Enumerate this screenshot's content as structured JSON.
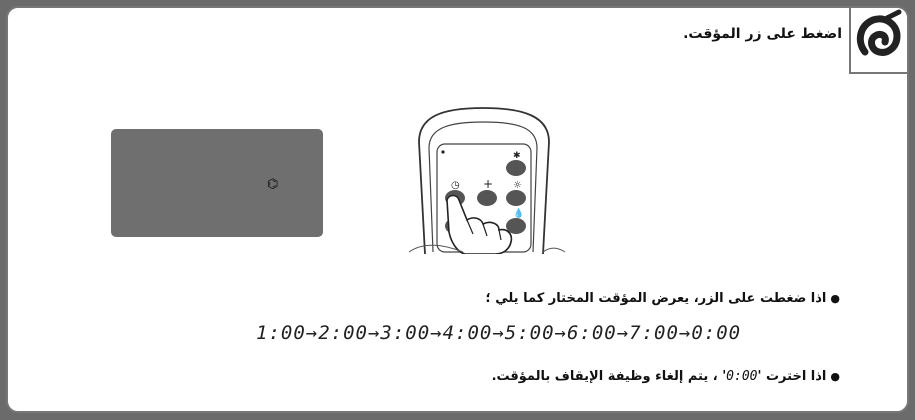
{
  "step_title": "اضغط على زر المؤقت.",
  "display": {
    "icon": "timer-indicator-icon",
    "symbol": "⌬"
  },
  "remote": {
    "icon": "remote-control-icon"
  },
  "bullet1": "اذا ضغطت على الزر، يعرض المؤقت المختار كما يلي ؛",
  "timer_sequence": "1:00→2:00→3:00→4:00→5:00→6:00→7:00→0:00",
  "bullet2": {
    "before": "اذا اخترت '",
    "value": "0:00",
    "after": "' ، يتم إلغاء وظيفة الإيقاف بالمؤقت."
  },
  "colors": {
    "display_bg": "#6f6f6f",
    "frame": "#777777"
  }
}
